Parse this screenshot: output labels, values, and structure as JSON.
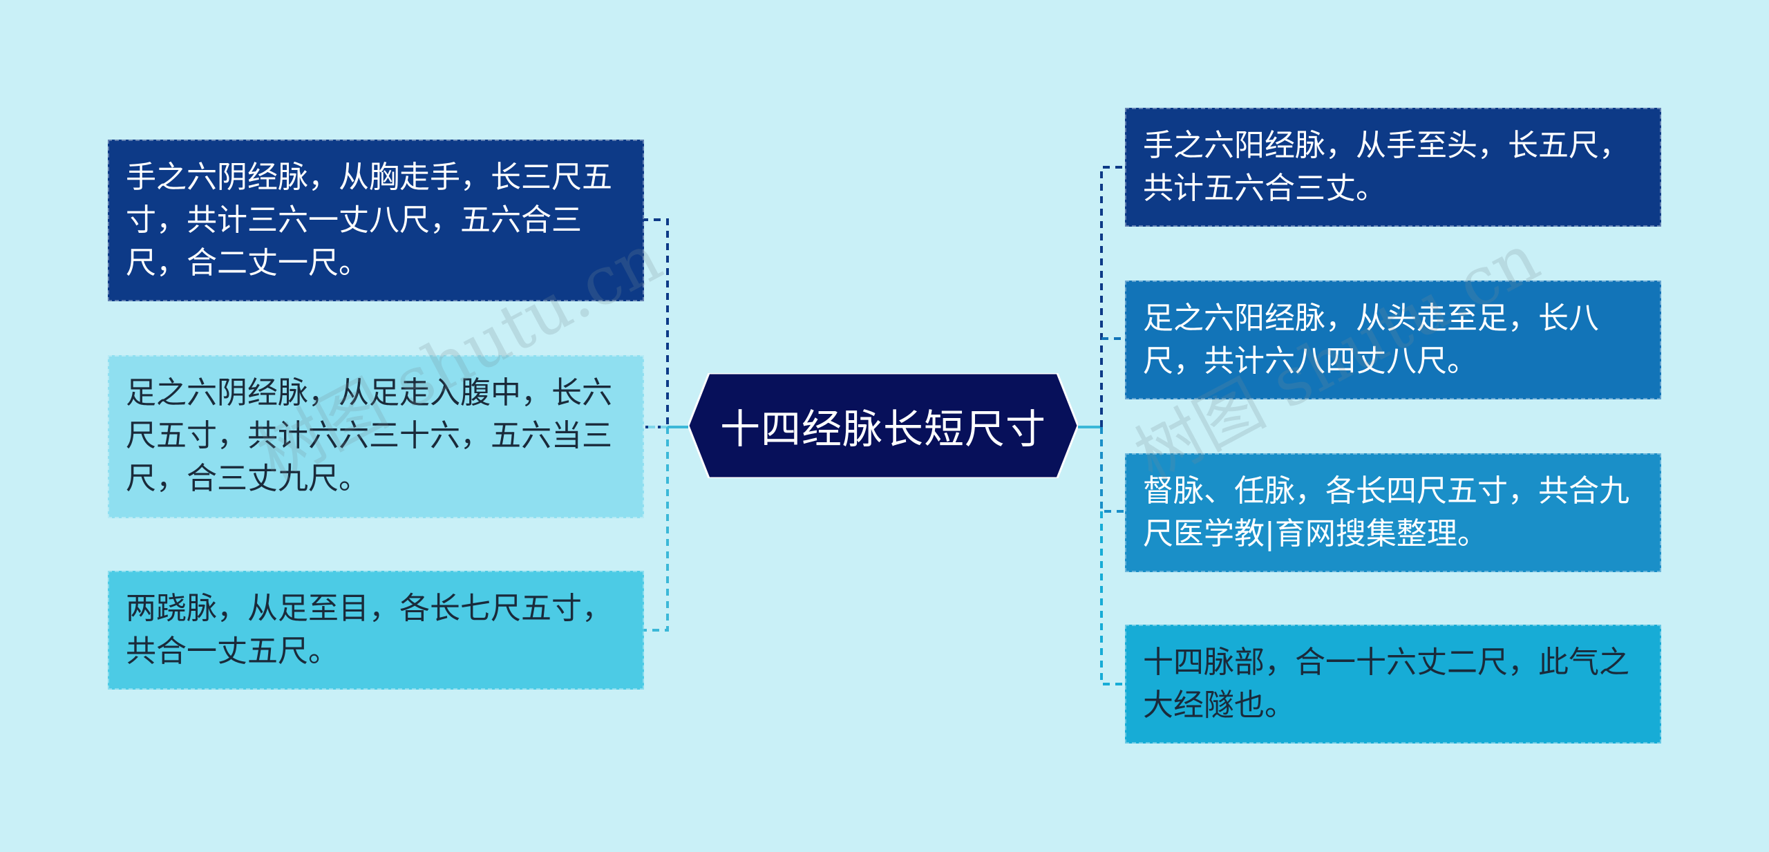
{
  "root": {
    "title": "十四经脉长短尺寸",
    "color": "#07105a"
  },
  "left_nodes": [
    {
      "text": "手之六阴经脉，从胸走手，长三尺五寸，共计三六一丈八尺，五六合三尺，合二丈一尺。",
      "bg": "#0d3a87"
    },
    {
      "text": "足之六阴经脉，从足走入腹中，长六尺五寸，共计六六三十六，五六当三尺，合三丈九尺。",
      "bg": "#8fdff0"
    },
    {
      "text": "两跷脉，从足至目，各长七尺五寸，共合一丈五尺。",
      "bg": "#4ccbe5"
    }
  ],
  "right_nodes": [
    {
      "text": "手之六阳经脉，从手至头，长五尺，共计五六合三丈。",
      "bg": "#0d3a87"
    },
    {
      "text": "足之六阳经脉，从头走至足，长八尺，共计六八四丈八尺。",
      "bg": "#1274b8"
    },
    {
      "text": "督脉、任脉，各长四尺五寸，共合九尺医学教|育网搜集整理。",
      "bg": "#1a8fc8"
    },
    {
      "text": "十四脉部，合一十六丈二尺，此气之大经隧也。",
      "bg": "#17acd6"
    }
  ],
  "watermarks": [
    "树图 shutu.cn",
    "树图 shutu.cn"
  ],
  "link_color_dark": "#0d3a87",
  "link_color_light": "#3bb8d8"
}
